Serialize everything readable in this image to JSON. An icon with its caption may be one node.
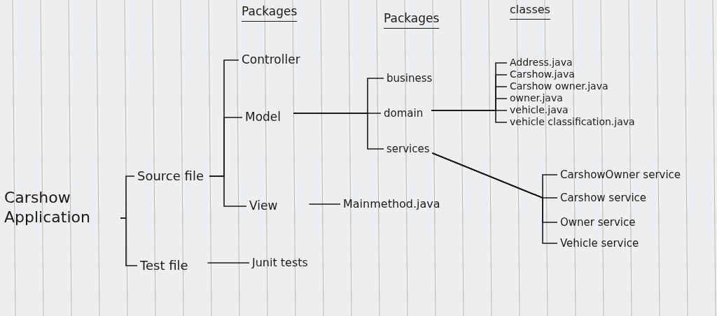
{
  "diagram": {
    "nodes": [
      {
        "text": [
          "Carshow Application"
        ]
      },
      {
        "text": [
          "Source file"
        ]
      },
      {
        "text": [
          "Test file"
        ]
      },
      {
        "text": [
          "Controller"
        ]
      },
      {
        "text": [
          "Model"
        ]
      },
      {
        "text": [
          "View"
        ]
      },
      {
        "text": [
          "Junit tests"
        ]
      },
      {
        "text": [
          "business"
        ]
      },
      {
        "text": [
          "domain"
        ]
      },
      {
        "text": [
          "services"
        ]
      },
      {
        "text": [
          "Mainmethod.java"
        ]
      },
      {
        "text": [
          "Address.java"
        ]
      },
      {
        "text": [
          "Carshow.java"
        ]
      },
      {
        "text": [
          "Carshow owner.java"
        ]
      },
      {
        "text": [
          "owner.java"
        ]
      },
      {
        "text": [
          "vehicle.java"
        ]
      },
      {
        "text": [
          "vehicle classification.java"
        ]
      },
      {
        "text": [
          "CarshowOwner service"
        ]
      },
      {
        "text": [
          "Carshow service"
        ]
      },
      {
        "text": [
          "Owner service"
        ]
      },
      {
        "text": [
          "Vehicle service"
        ]
      }
    ],
    "edges": [
      {
        "from": 0,
        "to": 1,
        "arrow": "none"
      },
      {
        "from": 0,
        "to": 2,
        "arrow": "none"
      },
      {
        "from": 1,
        "to": 3,
        "arrow": "none"
      },
      {
        "from": 1,
        "to": 4,
        "arrow": "none"
      },
      {
        "from": 1,
        "to": 5,
        "arrow": "none"
      },
      {
        "from": 2,
        "to": 6,
        "arrow": "none"
      },
      {
        "from": 4,
        "to": 7,
        "arrow": "none"
      },
      {
        "from": 4,
        "to": 8,
        "arrow": "none"
      },
      {
        "from": 4,
        "to": 9,
        "arrow": "none"
      },
      {
        "from": 5,
        "to": 10,
        "arrow": "none"
      },
      {
        "from": 8,
        "to": 11,
        "arrow": "none"
      },
      {
        "from": 8,
        "to": 12,
        "arrow": "none"
      },
      {
        "from": 8,
        "to": 13,
        "arrow": "none"
      },
      {
        "from": 8,
        "to": 14,
        "arrow": "none"
      },
      {
        "from": 8,
        "to": 15,
        "arrow": "none"
      },
      {
        "from": 8,
        "to": 16,
        "arrow": "none"
      },
      {
        "from": 9,
        "to": 17,
        "arrow": "none"
      },
      {
        "from": 9,
        "to": 18,
        "arrow": "none"
      },
      {
        "from": 9,
        "to": 19,
        "arrow": "none"
      },
      {
        "from": 9,
        "to": 20,
        "arrow": "none"
      }
    ],
    "labels": [
      "Packages",
      "Packages",
      "classes"
    ]
  }
}
